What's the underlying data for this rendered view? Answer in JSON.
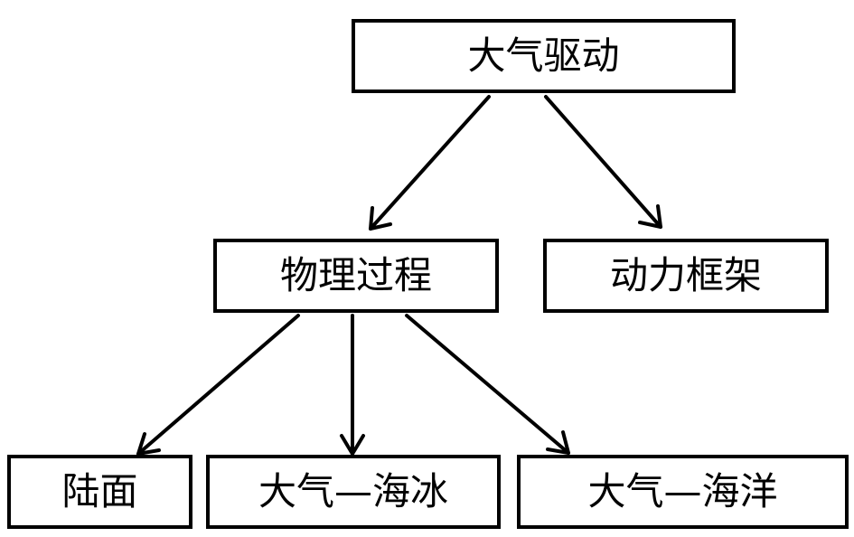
{
  "nodes": {
    "root": "大气驱动",
    "physics": "物理过程",
    "dynamics": "动力框架",
    "land": "陆面",
    "air_sea_ice": "大气—海冰",
    "air_sea_ocean": "大气—海洋"
  },
  "edges": [
    {
      "from": "大气驱动",
      "to": "物理过程"
    },
    {
      "from": "大气驱动",
      "to": "动力框架"
    },
    {
      "from": "物理过程",
      "to": "陆面"
    },
    {
      "from": "物理过程",
      "to": "大气—海冰"
    },
    {
      "from": "物理过程",
      "to": "大气—海洋"
    }
  ],
  "colors": {
    "stroke": "#000000",
    "background": "#ffffff"
  }
}
